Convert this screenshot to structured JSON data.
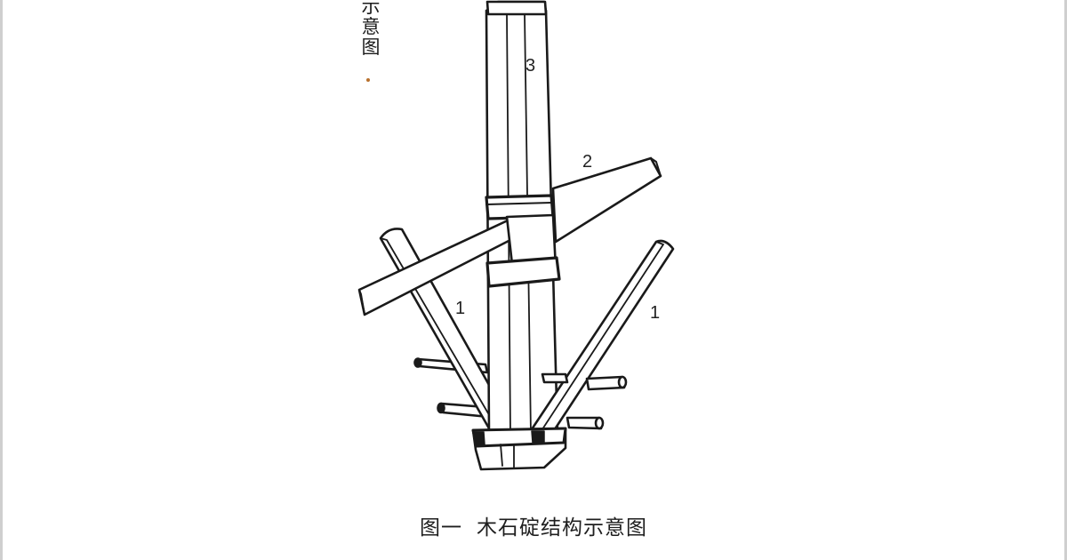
{
  "side_label": {
    "chars": [
      "示",
      "意",
      "图"
    ]
  },
  "part_labels": {
    "mast": "3",
    "crossbar": "2",
    "arm_left": "1",
    "arm_right": "1"
  },
  "caption": {
    "figure_number": "图一",
    "title": "木石碇结构示意图"
  }
}
